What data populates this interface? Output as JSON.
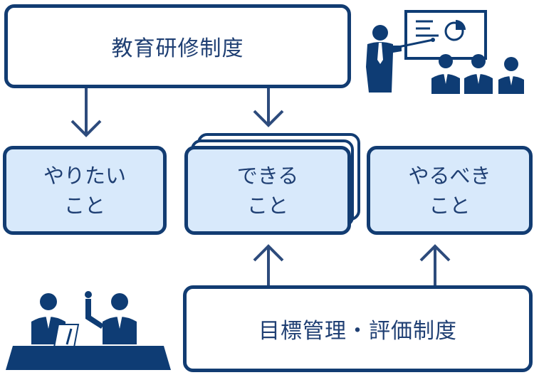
{
  "top_box": {
    "label": "教育研修制度"
  },
  "bottom_box": {
    "label": "目標管理・評価制度"
  },
  "middle_boxes": [
    {
      "line1": "やりたい",
      "line2": "こと"
    },
    {
      "line1": "できる",
      "line2": "こと"
    },
    {
      "line1": "やるべき",
      "line2": "こと"
    }
  ],
  "icons": {
    "presenter": "presenter-with-board-icon",
    "meeting": "meeting-people-icon"
  },
  "colors": {
    "navy": "#123c72",
    "light_blue": "#d8e9fb",
    "arrow": "#2d4b7c",
    "icon_navy": "#0e3c74"
  }
}
